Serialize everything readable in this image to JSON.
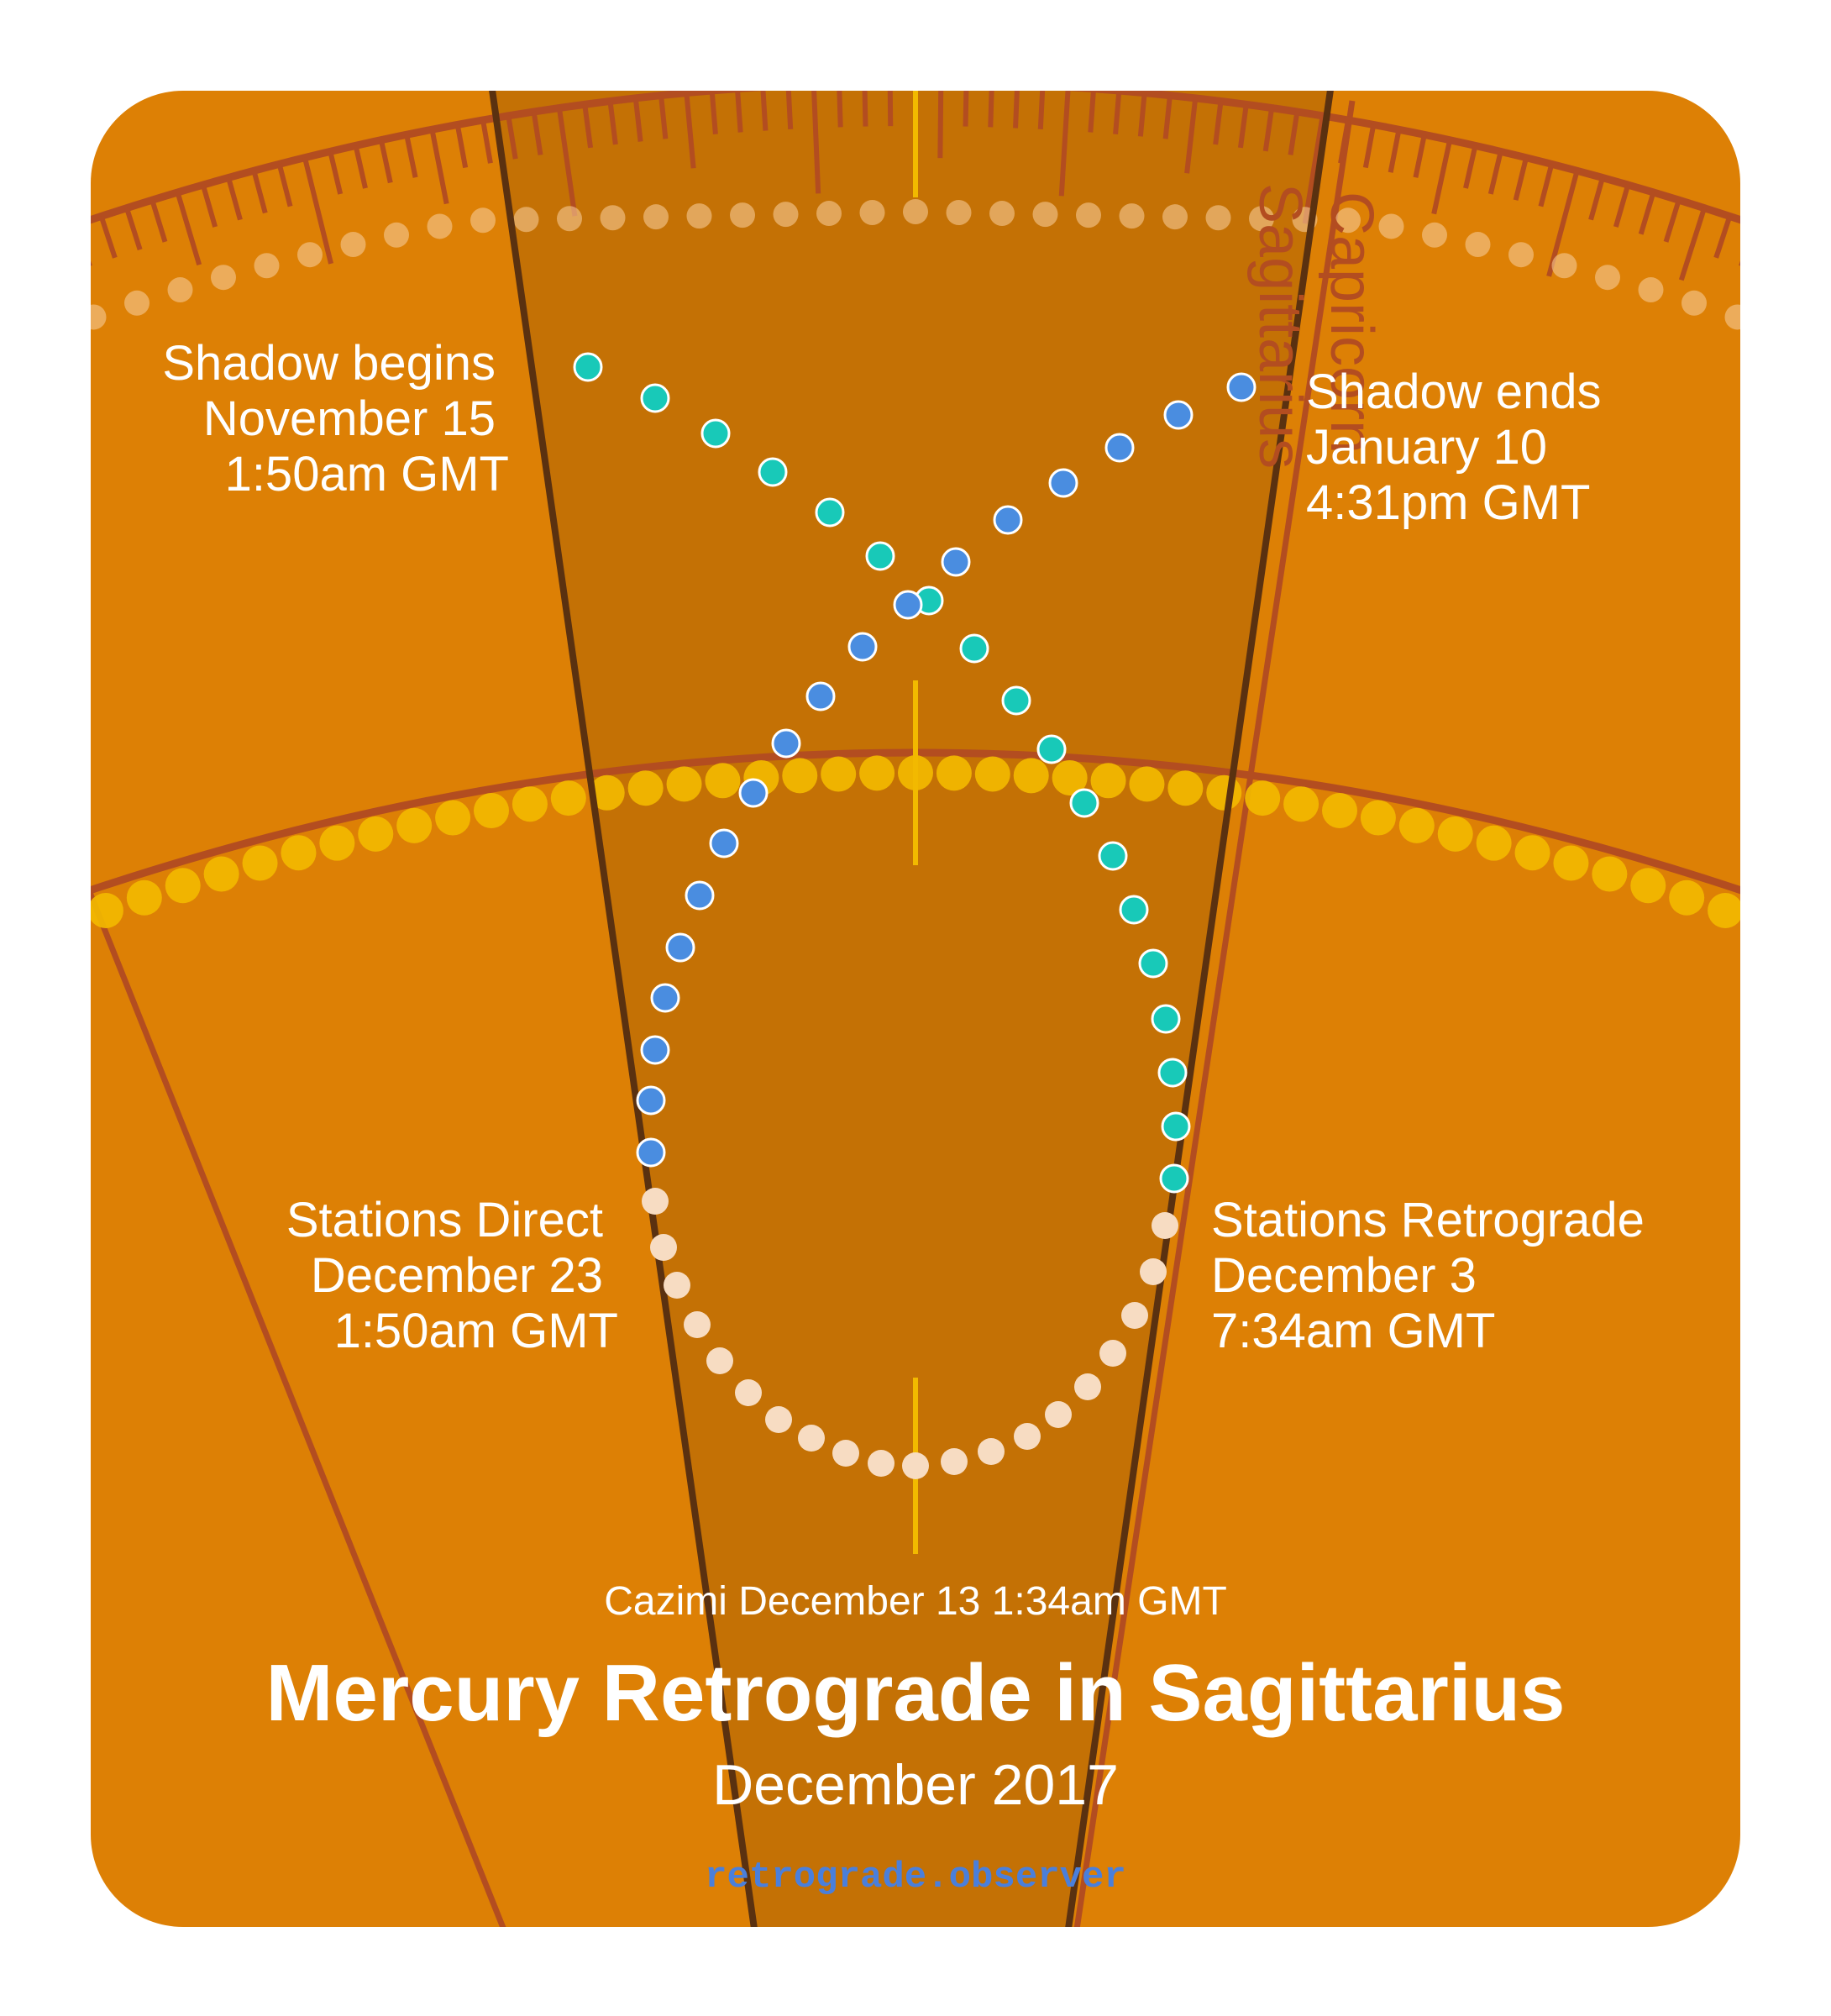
{
  "colors": {
    "background": "#dd8005",
    "wedge": "#c47105",
    "boundary_line": "#b34d20",
    "wedge_edge": "#5a3110",
    "ecliptic_dot": "#f2b900",
    "pre_shadow_dot": "#18c9b8",
    "post_shadow_dot": "#4a8de0",
    "retrograde_dot": "#f7dcc2",
    "label": "#ffffff",
    "site": "#4a7fdb"
  },
  "icons": {
    "planet_marker": "filled-circle-dot"
  },
  "signs": {
    "current": "Sagittarius",
    "next": "Capricorn"
  },
  "events": {
    "shadow_begins": {
      "line1": "Shadow begins",
      "line2": "November 15",
      "line3": "1:50am GMT"
    },
    "shadow_ends": {
      "line1": "Shadow ends",
      "line2": "January 10",
      "line3": "4:31pm GMT"
    },
    "stations_retrograde": {
      "line1": "Stations Retrograde",
      "line2": "December 3",
      "line3": "7:34am GMT"
    },
    "stations_direct": {
      "line1": "Stations Direct",
      "line2": "December 23",
      "line3": "1:50am GMT"
    },
    "cazimi": "Cazimi December 13 1:34am GMT"
  },
  "title": "Mercury Retrograde in Sagittarius",
  "subtitle": "December 2017",
  "site": "retrograde.observer"
}
